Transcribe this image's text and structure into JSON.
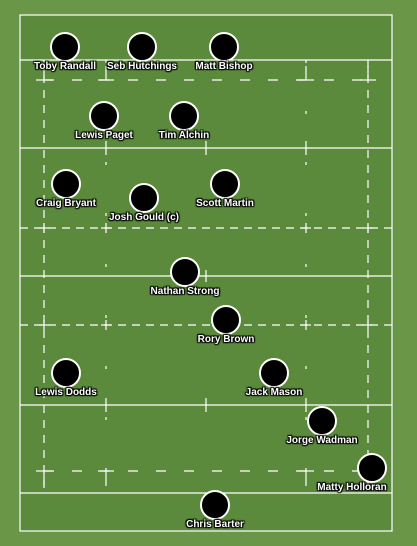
{
  "pitch": {
    "colors": {
      "grass_light": "#6a9648",
      "grass_dark": "#5b8a3c",
      "line": "#ffffff",
      "player": "#000000"
    }
  },
  "players": [
    {
      "key": "toby-randall",
      "name": "Toby Randall"
    },
    {
      "key": "seb-hutchings",
      "name": "Seb Hutchings"
    },
    {
      "key": "matt-bishop",
      "name": "Matt Bishop"
    },
    {
      "key": "lewis-paget",
      "name": "Lewis Paget"
    },
    {
      "key": "tim-alchin",
      "name": "Tim Alchin"
    },
    {
      "key": "craig-bryant",
      "name": "Craig Bryant"
    },
    {
      "key": "josh-gould",
      "name": "Josh Gould (c)"
    },
    {
      "key": "scott-martin",
      "name": "Scott Martin"
    },
    {
      "key": "nathan-strong",
      "name": "Nathan Strong"
    },
    {
      "key": "rory-brown",
      "name": "Rory Brown"
    },
    {
      "key": "lewis-dodds",
      "name": "Lewis Dodds"
    },
    {
      "key": "jack-mason",
      "name": "Jack Mason"
    },
    {
      "key": "jorge-wadman",
      "name": "Jorge Wadman"
    },
    {
      "key": "matty-holloran",
      "name": "Matty Holloran"
    },
    {
      "key": "chris-barter",
      "name": "Chris Barter"
    }
  ]
}
